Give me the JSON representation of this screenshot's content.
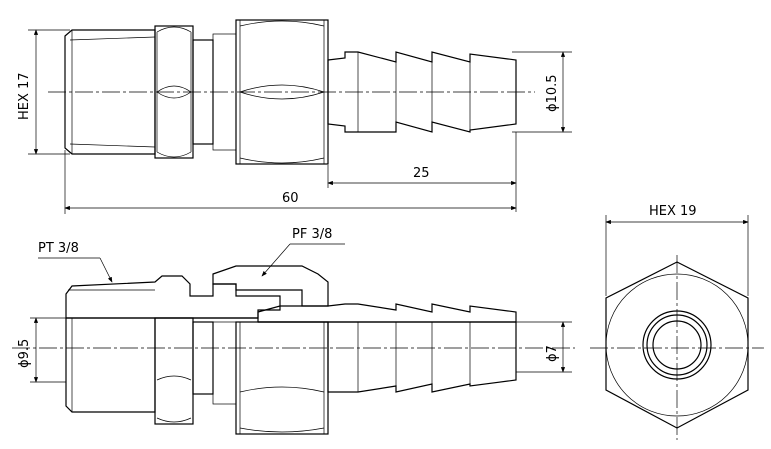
{
  "labels": {
    "hex17": "HEX 17",
    "phi105": "ϕ10.5",
    "dim25": "25",
    "dim60": "60",
    "pt38": "PT 3/8",
    "pf38": "PF 3/8",
    "phi95": "ϕ9.5",
    "phi7": "ϕ7",
    "hex19": "HEX 19"
  }
}
